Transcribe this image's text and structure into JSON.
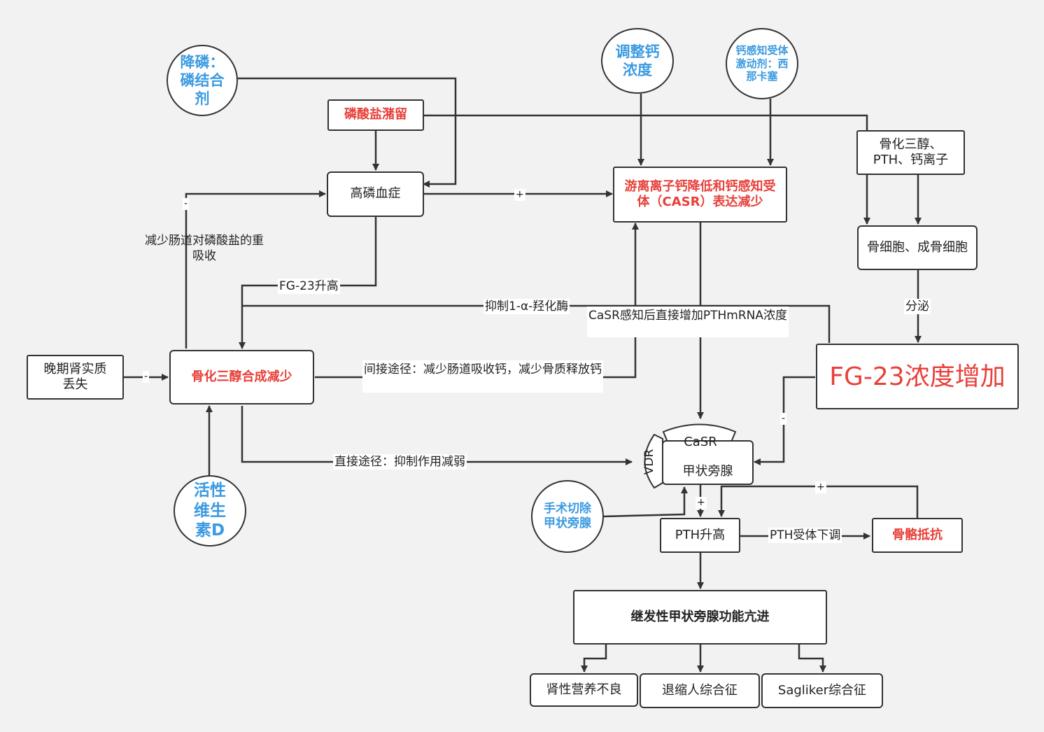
{
  "nodes": {
    "phos_binder": "降磷：磷结合剂",
    "phosphate_retention": "磷酸盐潴留",
    "hyperphosphatemia": "高磷血症",
    "calcium_regulation": "调整钙浓度",
    "calcimimetic": "钙感知受体激动剂：西那卡塞",
    "casr_reduction": "游离离子钙降低和钙感知受体（CASR）表达减少",
    "calcitriol_pth_ca": "骨化三醇、PTH、钙离子",
    "bone_cells": "骨细胞、成骨细胞",
    "ckd_loss": "晚期肾实质丢失",
    "calcitriol_reduction": "骨化三醇合成减少",
    "fgf23_increase": "FG-23浓度增加",
    "active_vitd": "活性维生素D",
    "parathyroid_vdr": "VDR",
    "parathyroid_casr": "CaSR",
    "parathyroid": "甲状旁腺",
    "surgery": "手术切除甲状旁腺",
    "pth_high": "PTH升高",
    "bone_resistance": "骨骼抵抗",
    "secondary_hpt": "继发性甲状旁腺功能亢进",
    "renal_dystrophy": "肾性营养不良",
    "shrinking_man": "退缩人综合征",
    "sagliker": "Sagliker综合征"
  },
  "edge_labels": {
    "reduce_absorption": "减少肠道对磷酸盐的重吸收",
    "fg23_rise": "FG-23升高",
    "inhibit_hydroxylase": "抑制1-α-羟化酶",
    "casr_mrna": "CaSR感知后直接增加PTHmRNA浓度",
    "indirect_path": "间接途径：减少肠道吸收钙，减少骨质释放钙",
    "direct_path": "直接途径：抑制作用减弱",
    "secrete": "分泌",
    "pth_receptor_down": "PTH受体下调"
  },
  "signs": {
    "plus": "+",
    "minus": "-"
  },
  "colors": {
    "red_text": "#e8403a",
    "blue_text": "#3b9ae1",
    "line": "#333333",
    "background": "#f2f2f2"
  }
}
